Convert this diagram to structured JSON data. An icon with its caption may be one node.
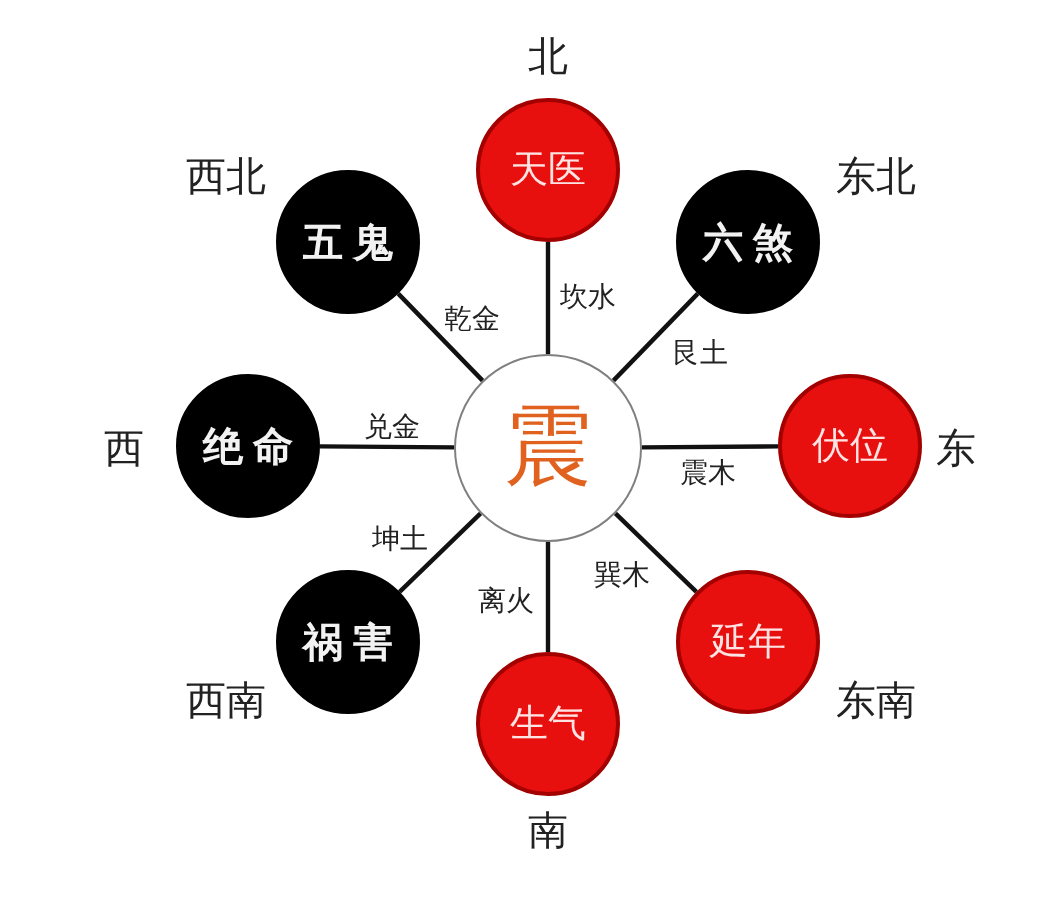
{
  "diagram": {
    "nodes": [
      {
        "text": [
          "天医"
        ],
        "beside": [
          "北"
        ]
      },
      {
        "text": [
          "五鬼"
        ],
        "beside": [
          "西北"
        ]
      },
      {
        "text": [
          "六煞"
        ],
        "beside": [
          "东北"
        ]
      },
      {
        "text": [
          "绝命"
        ],
        "beside": [
          "西"
        ]
      },
      {
        "text": [
          "震"
        ]
      },
      {
        "text": [
          "伏位"
        ],
        "beside": [
          "东"
        ]
      },
      {
        "text": [
          "祸害"
        ],
        "beside": [
          "西南"
        ]
      },
      {
        "text": [
          "延年"
        ],
        "beside": [
          "东南"
        ]
      },
      {
        "text": [
          "生气"
        ],
        "beside": [
          "南"
        ]
      }
    ],
    "edges": [
      {
        "from": 4,
        "to": 0,
        "arrow": "none",
        "label": "坎水"
      },
      {
        "from": 4,
        "to": 2,
        "arrow": "none",
        "label": "艮土"
      },
      {
        "from": 4,
        "to": 5,
        "arrow": "none",
        "label": "震木"
      },
      {
        "from": 4,
        "to": 7,
        "arrow": "none",
        "label": "巽木"
      },
      {
        "from": 4,
        "to": 8,
        "arrow": "none",
        "label": "离火"
      },
      {
        "from": 4,
        "to": 6,
        "arrow": "none",
        "label": "坤土"
      },
      {
        "from": 4,
        "to": 3,
        "arrow": "none",
        "label": "兑金"
      },
      {
        "from": 4,
        "to": 1,
        "arrow": "none",
        "label": "乾金"
      }
    ]
  }
}
